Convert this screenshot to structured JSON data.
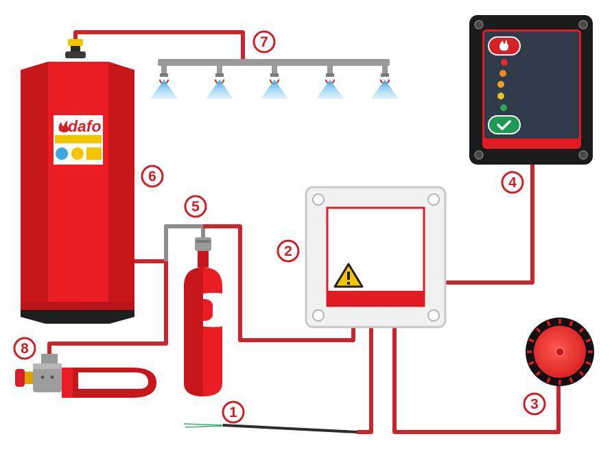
{
  "brand": {
    "logo_text": "dafo"
  },
  "callouts": [
    {
      "id": "1",
      "label": "1"
    },
    {
      "id": "2",
      "label": "2"
    },
    {
      "id": "3",
      "label": "3"
    },
    {
      "id": "4",
      "label": "4"
    },
    {
      "id": "5",
      "label": "5"
    },
    {
      "id": "6",
      "label": "6"
    },
    {
      "id": "7",
      "label": "7"
    },
    {
      "id": "8",
      "label": "8"
    }
  ],
  "colors": {
    "pipe_red": "#c9252b",
    "pipe_grey": "#8d8d8d",
    "tank_red": "#ea1c24",
    "tank_dark": "#b8141a",
    "callout_red": "#cc1f25",
    "spray_blue": "#8fcdf0",
    "panel_dark": "#2f3b48"
  },
  "icons": [
    "flame-icon",
    "check-icon",
    "warning-icon"
  ]
}
